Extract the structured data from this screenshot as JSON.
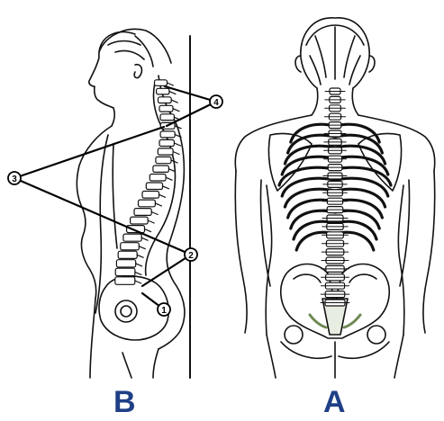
{
  "figure": {
    "panels": [
      {
        "label": "B",
        "view": "side"
      },
      {
        "label": "A",
        "view": "back"
      }
    ],
    "callouts": [
      "1",
      "2",
      "3",
      "4"
    ],
    "colors": {
      "line": "#111111",
      "panel_label": "#1f3f86",
      "callout_fill": "#ffffff",
      "pelvis_accent": "#6f8a55"
    }
  }
}
